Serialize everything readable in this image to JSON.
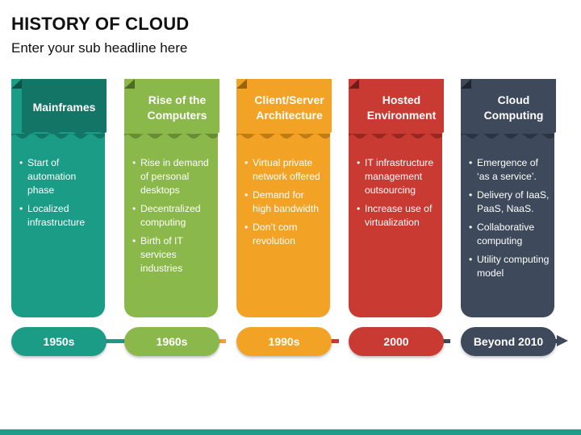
{
  "title": "HISTORY OF CLOUD",
  "subtitle": "Enter your sub headline here",
  "columns": [
    {
      "heading": "Mainframes",
      "color": "#1a9c86",
      "dark": "#137565",
      "bullets": [
        "Start of automation phase",
        "Localized infrastructure"
      ],
      "period": "1950s"
    },
    {
      "heading": "Rise of the Computers",
      "color": "#8bb84a",
      "dark": "#678c33",
      "bullets": [
        "Rise in demand of personal desktops",
        "Decentralized computing",
        "Birth of IT services industries"
      ],
      "period": "1960s"
    },
    {
      "heading": "Client/Server Architecture",
      "color": "#f2a325",
      "dark": "#c07c12",
      "bullets": [
        "Virtual private network offered",
        "Demand for high bandwidth",
        "Don’t corn revolution"
      ],
      "period": "1990s"
    },
    {
      "heading": "Hosted Environment",
      "color": "#c83a32",
      "dark": "#962721",
      "bullets": [
        "IT infrastructure management outsourcing",
        "Increase use of virtualization"
      ],
      "period": "2000"
    },
    {
      "heading": "Cloud Computing",
      "color": "#3e4a5c",
      "dark": "#2b3444",
      "bullets": [
        "Emergence of ‘as a service’.",
        "Delivery of IaaS, PaaS, NaaS.",
        "Collaborative computing",
        "Utility computing model"
      ],
      "period": "Beyond 2010"
    }
  ],
  "footer_color": "#1f9c8a"
}
